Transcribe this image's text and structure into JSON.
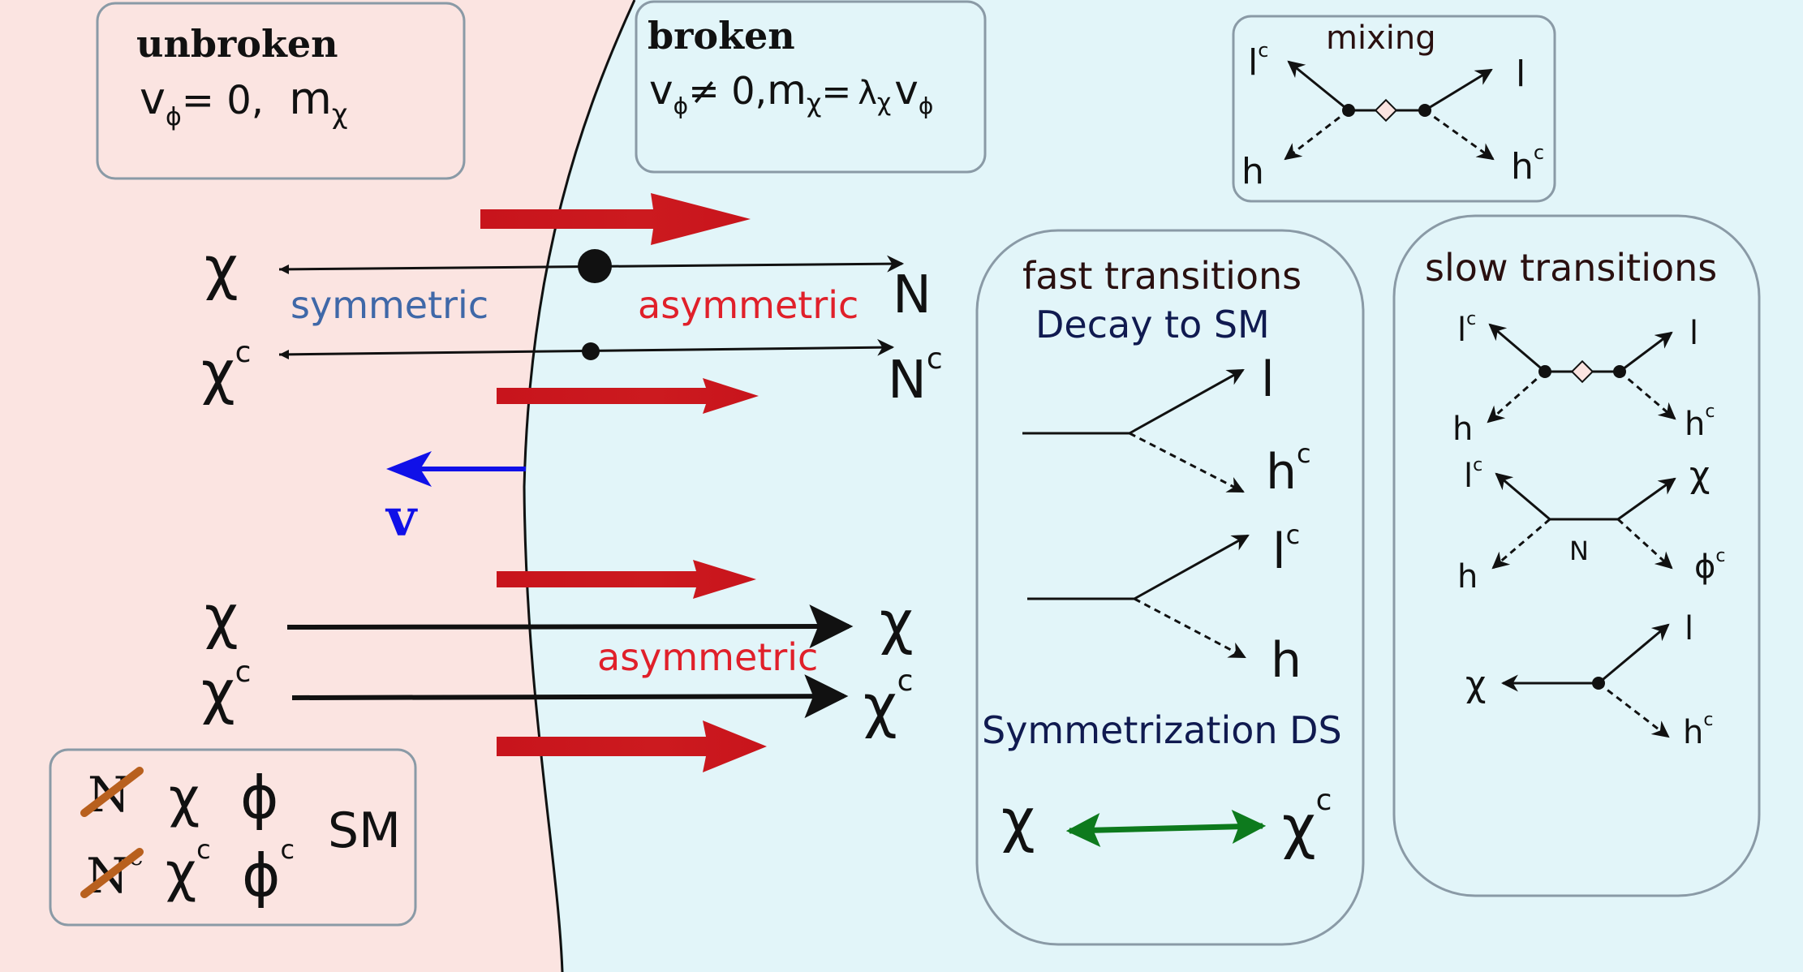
{
  "colors": {
    "unbroken_bg": "#fbe4e1",
    "broken_bg": "#e2f5f9",
    "wall_teal": "#19b3a8",
    "flow_arrow_red": "#c8141c",
    "asymmetric_red": "#e0202a",
    "symmetric_blue": "#3f68a8",
    "velocity_blue": "#1010e8",
    "dark_navy": "#101a50",
    "dark_brown": "#2a1010",
    "green": "#0d7a1d",
    "box_border": "#8a9aa6"
  },
  "unbroken_box": {
    "title": "unbroken",
    "vev": "v",
    "vev_sub": "ϕ",
    "vev_val": "= 0,",
    "mass": "m",
    "mass_sub": "χ"
  },
  "broken_box": {
    "title": "broken",
    "vev": "v",
    "vev_sub": "ϕ",
    "neq": "≠ 0,",
    "mass": "m",
    "mass_sub": "χ",
    "eq": "=",
    "lambda": "λ",
    "lambda_sub": "χ",
    "vev2": "v",
    "vev2_sub": "ϕ"
  },
  "wall": {
    "left_labels": [
      "χ",
      "χ",
      "χ",
      "χ"
    ],
    "sup_c": "c",
    "right_N": "N",
    "right_chi": "χ",
    "symmetric": "symmetric",
    "asymmetric_top": "asymmetric",
    "asymmetric_bottom": "asymmetric",
    "velocity": "v"
  },
  "particles_box": {
    "N": "N",
    "chi": "χ",
    "phi": "ϕ",
    "sup_c": "c",
    "sm": "SM"
  },
  "mixing_box": {
    "title": "mixing",
    "l": "l",
    "h": "h",
    "sup_c": "c"
  },
  "fast_box": {
    "title": "fast transitions",
    "subtitle": "Decay to SM",
    "l": "l",
    "h": "h",
    "sup_c": "c",
    "symmetrization": "Symmetrization DS",
    "chi": "χ"
  },
  "slow_box": {
    "title": "slow transitions",
    "l": "l",
    "h": "h",
    "chi": "χ",
    "phi": "ϕ",
    "N": "N",
    "sup_c": "c"
  }
}
